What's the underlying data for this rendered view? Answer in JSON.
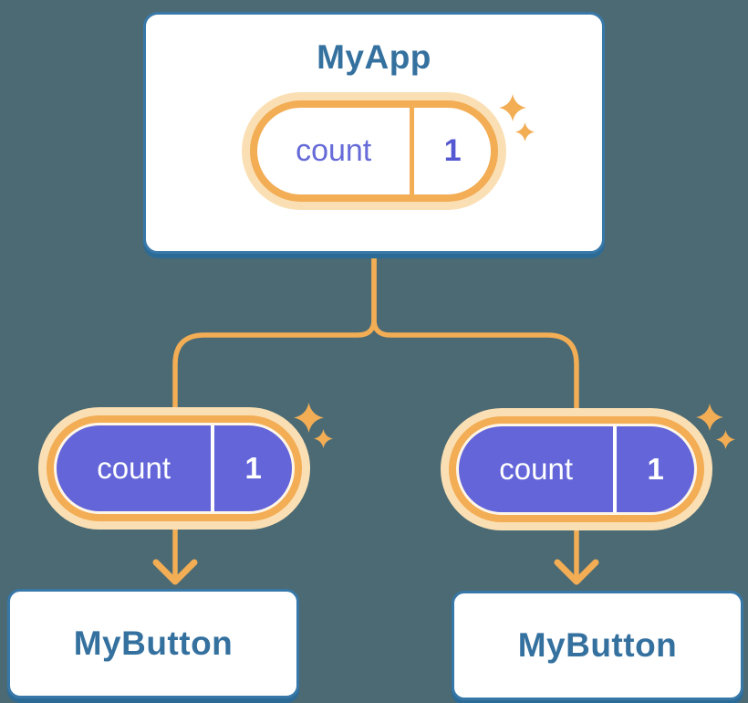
{
  "background_color": "#4b6a73",
  "colors": {
    "accent_orange": "#f2ad55",
    "light_orange_ring": "#fbdfb4",
    "pill_purple": "#6365d9",
    "card_border_blue": "#3878a8",
    "card_shadow_blue": "#2d6b97",
    "component_title_blue": "#35719f",
    "state_text_purple": "#666bd8",
    "pill_text_white": "#ffffff"
  },
  "icons": {
    "sparkle": "sparkle-icon",
    "arrow": "arrow-down-icon"
  },
  "tree": {
    "root": {
      "title": "MyApp",
      "state": {
        "label": "count",
        "value": "1"
      }
    },
    "children": [
      {
        "title": "MyButton",
        "state": {
          "label": "count",
          "value": "1"
        }
      },
      {
        "title": "MyButton",
        "state": {
          "label": "count",
          "value": "1"
        }
      }
    ]
  }
}
